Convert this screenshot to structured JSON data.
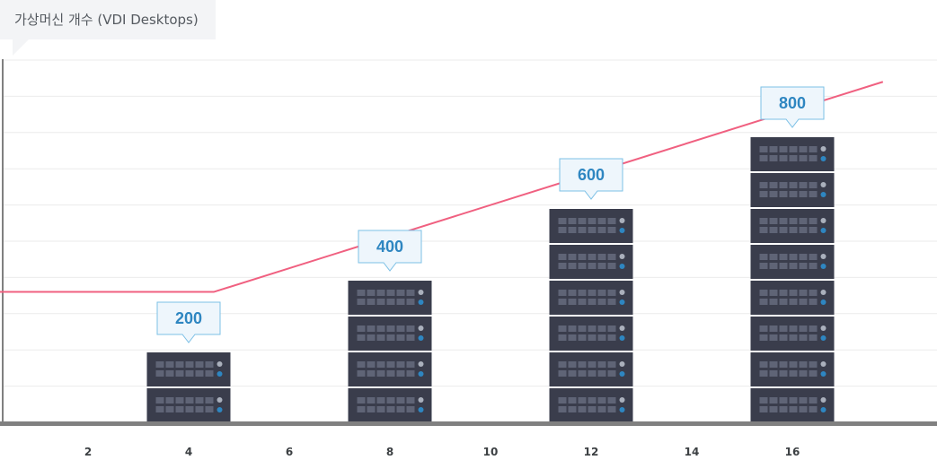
{
  "title": "가상머신 개수 (VDI Desktops)",
  "chart_data": {
    "type": "bar",
    "title": "가상머신 개수 (VDI Desktops)",
    "x_ticks": [
      "2",
      "4",
      "6",
      "8",
      "10",
      "12",
      "14",
      "16"
    ],
    "categories": [
      "4",
      "8",
      "12",
      "16"
    ],
    "values": [
      200,
      400,
      600,
      800
    ],
    "data_labels": [
      "200",
      "400",
      "600",
      "800"
    ],
    "bar_style": "stacked server units, 100 desktops per unit",
    "ylim": [
      0,
      1000
    ],
    "grid": true,
    "trend_line": {
      "type": "line",
      "color": "#f06080",
      "x": [
        0,
        4.5,
        17.8
      ],
      "y": [
        360,
        360,
        940
      ]
    },
    "colors": {
      "server": "#3a3d4c",
      "server_panel": "#5f6476",
      "led": "#2e86c1",
      "label": "#2e86c1",
      "bubble_border": "#7cc0e6",
      "bubble_fill": "#eef6fc",
      "grid": "#ebebeb",
      "axis": "#808080"
    }
  }
}
